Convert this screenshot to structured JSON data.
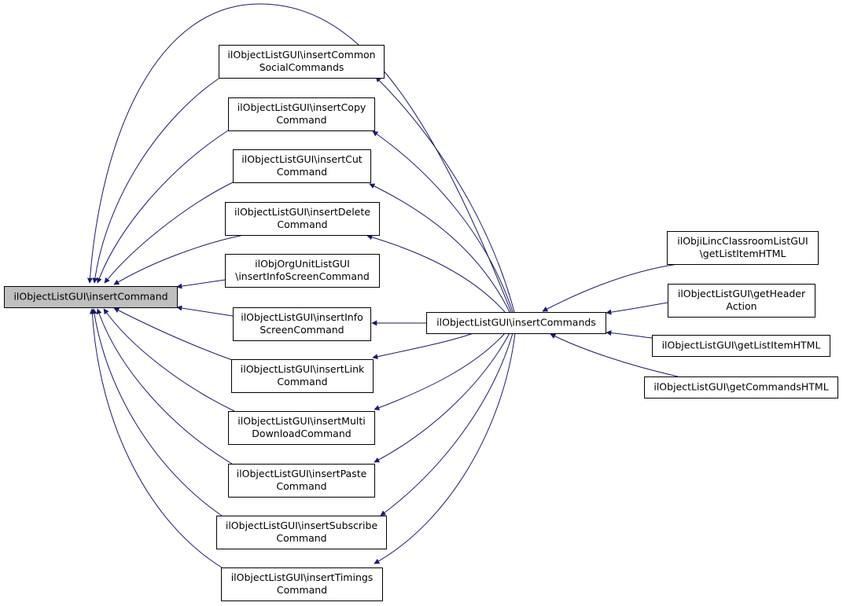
{
  "colors": {
    "edge": "#191970",
    "node_border": "#000000",
    "node_fill": "#ffffff",
    "focus_fill": "#bfbfbf"
  },
  "nodes": [
    {
      "id": "insertCommand",
      "lines": [
        "ilObjectListGUI\\insertCommand"
      ],
      "focus": true
    },
    {
      "id": "insertCommonSocialCommands",
      "lines": [
        "ilObjectListGUI\\insertCommon",
        "SocialCommands"
      ]
    },
    {
      "id": "insertCopyCommand",
      "lines": [
        "ilObjectListGUI\\insertCopy",
        "Command"
      ]
    },
    {
      "id": "insertCutCommand",
      "lines": [
        "ilObjectListGUI\\insertCut",
        "Command"
      ]
    },
    {
      "id": "insertDeleteCommand",
      "lines": [
        "ilObjectListGUI\\insertDelete",
        "Command"
      ]
    },
    {
      "id": "orgUnitInsertInfoScreenCommand",
      "lines": [
        "ilObjOrgUnitListGUI",
        "\\insertInfoScreenCommand"
      ]
    },
    {
      "id": "insertInfoScreenCommand",
      "lines": [
        "ilObjectListGUI\\insertInfo",
        "ScreenCommand"
      ]
    },
    {
      "id": "insertLinkCommand",
      "lines": [
        "ilObjectListGUI\\insertLink",
        "Command"
      ]
    },
    {
      "id": "insertMultiDownloadCommand",
      "lines": [
        "ilObjectListGUI\\insertMulti",
        "DownloadCommand"
      ]
    },
    {
      "id": "insertPasteCommand",
      "lines": [
        "ilObjectListGUI\\insertPaste",
        "Command"
      ]
    },
    {
      "id": "insertSubscribeCommand",
      "lines": [
        "ilObjectListGUI\\insertSubscribe",
        "Command"
      ]
    },
    {
      "id": "insertTimingsCommand",
      "lines": [
        "ilObjectListGUI\\insertTimings",
        "Command"
      ]
    },
    {
      "id": "insertCommands",
      "lines": [
        "ilObjectListGUI\\insertCommands"
      ]
    },
    {
      "id": "lincGetListItemHTML",
      "lines": [
        "ilObjiLincClassroomListGUI",
        "\\getListItemHTML"
      ]
    },
    {
      "id": "getHeaderAction",
      "lines": [
        "ilObjectListGUI\\getHeader",
        "Action"
      ]
    },
    {
      "id": "getListItemHTML",
      "lines": [
        "ilObjectListGUI\\getListItemHTML"
      ]
    },
    {
      "id": "getCommandsHTML",
      "lines": [
        "ilObjectListGUI\\getCommandsHTML"
      ]
    }
  ],
  "edges": [
    {
      "from": "insertCommonSocialCommands",
      "to": "insertCommand"
    },
    {
      "from": "insertCopyCommand",
      "to": "insertCommand"
    },
    {
      "from": "insertCutCommand",
      "to": "insertCommand"
    },
    {
      "from": "insertDeleteCommand",
      "to": "insertCommand"
    },
    {
      "from": "orgUnitInsertInfoScreenCommand",
      "to": "insertCommand"
    },
    {
      "from": "insertInfoScreenCommand",
      "to": "insertCommand"
    },
    {
      "from": "insertLinkCommand",
      "to": "insertCommand"
    },
    {
      "from": "insertMultiDownloadCommand",
      "to": "insertCommand"
    },
    {
      "from": "insertPasteCommand",
      "to": "insertCommand"
    },
    {
      "from": "insertSubscribeCommand",
      "to": "insertCommand"
    },
    {
      "from": "insertTimingsCommand",
      "to": "insertCommand"
    },
    {
      "from": "insertCommands",
      "to": "insertCommand"
    },
    {
      "from": "insertCommands",
      "to": "insertCommonSocialCommands"
    },
    {
      "from": "insertCommands",
      "to": "insertCopyCommand"
    },
    {
      "from": "insertCommands",
      "to": "insertCutCommand"
    },
    {
      "from": "insertCommands",
      "to": "insertDeleteCommand"
    },
    {
      "from": "insertCommands",
      "to": "insertInfoScreenCommand"
    },
    {
      "from": "insertCommands",
      "to": "insertLinkCommand"
    },
    {
      "from": "insertCommands",
      "to": "insertMultiDownloadCommand"
    },
    {
      "from": "insertCommands",
      "to": "insertPasteCommand"
    },
    {
      "from": "insertCommands",
      "to": "insertSubscribeCommand"
    },
    {
      "from": "insertCommands",
      "to": "insertTimingsCommand"
    },
    {
      "from": "lincGetListItemHTML",
      "to": "insertCommands"
    },
    {
      "from": "getHeaderAction",
      "to": "insertCommands"
    },
    {
      "from": "getListItemHTML",
      "to": "insertCommands"
    },
    {
      "from": "getCommandsHTML",
      "to": "insertCommands"
    }
  ]
}
